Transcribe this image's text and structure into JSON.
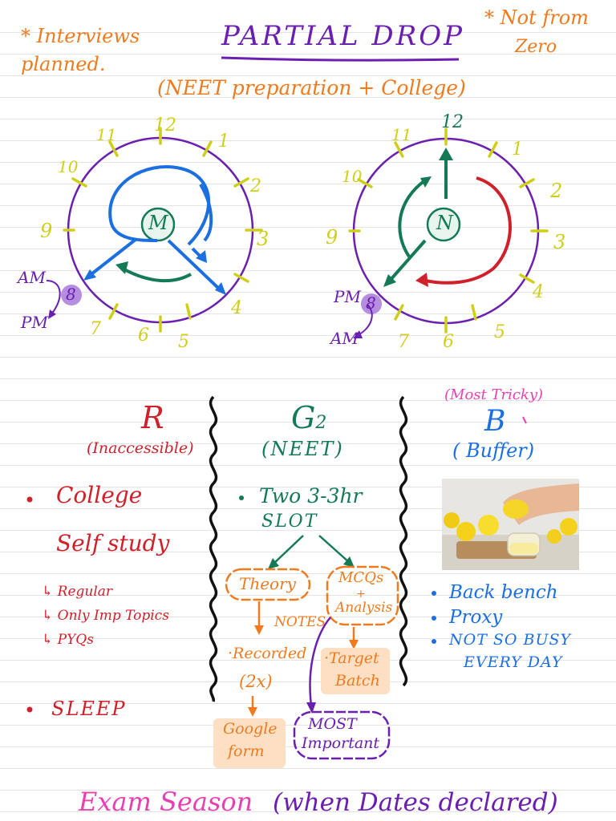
{
  "header": {
    "left_note": "* Interviews planned.",
    "title": "PARTIAL DROP",
    "right_note_line1": "* Not from",
    "right_note_line2": "Zero",
    "subtitle": "(NEET preparation + College)"
  },
  "clock_morning": {
    "center_letter": "M",
    "am_label": "AM",
    "pm_label": "PM",
    "marker_number": "8",
    "numbers": [
      "12",
      "1",
      "2",
      "3",
      "4",
      "5",
      "6",
      "7",
      "8",
      "9",
      "10",
      "11"
    ]
  },
  "clock_night": {
    "center_letter": "N",
    "am_label": "AM",
    "pm_label": "PM",
    "marker_number": "8",
    "numbers": [
      "12",
      "1",
      "2",
      "3",
      "4",
      "5",
      "6",
      "7",
      "8",
      "9",
      "10",
      "11"
    ]
  },
  "column_r": {
    "letter": "R",
    "subtitle": "(Inaccessible)",
    "bullet1": "College",
    "bullet1_sub": "Self study",
    "sub_items": [
      "↳ Regular",
      "↳ Only Imp Topics",
      "↳ PYQs"
    ],
    "bullet2": "SLEEP"
  },
  "column_g": {
    "letter": "G",
    "letter_sub": "2",
    "subtitle": "(NEET)",
    "bullet_line1": "Two 3-3hr",
    "bullet_line2": "SLOT",
    "box_theory": "Theory",
    "box_mcq_line1": "MCQs",
    "box_mcq_plus": "+",
    "box_mcq_line2": "Analysis",
    "notes": "NOTES",
    "recorded": "·Recorded",
    "recorded_speed": "(2x)",
    "target_line1": "·Target",
    "target_line2": "Batch",
    "google_line1": "Google",
    "google_line2": "form",
    "important_line1": "MOST",
    "important_line2": "Important"
  },
  "column_b": {
    "note": "(Most Tricky)",
    "letter": "B",
    "subtitle": "( Buffer)",
    "items": [
      "Back bench",
      "Proxy",
      "NOT SO BUSY",
      "EVERY DAY"
    ]
  },
  "footer": {
    "left": "Exam Season",
    "right": "(when Dates declared)"
  },
  "colors": {
    "orange": "#f07a1e",
    "purple": "#6a1fb0",
    "red": "#d0202a",
    "green": "#137a55",
    "blue": "#1c6fe0",
    "pink": "#ea3fb2",
    "yellow": "#cfcf1a"
  }
}
